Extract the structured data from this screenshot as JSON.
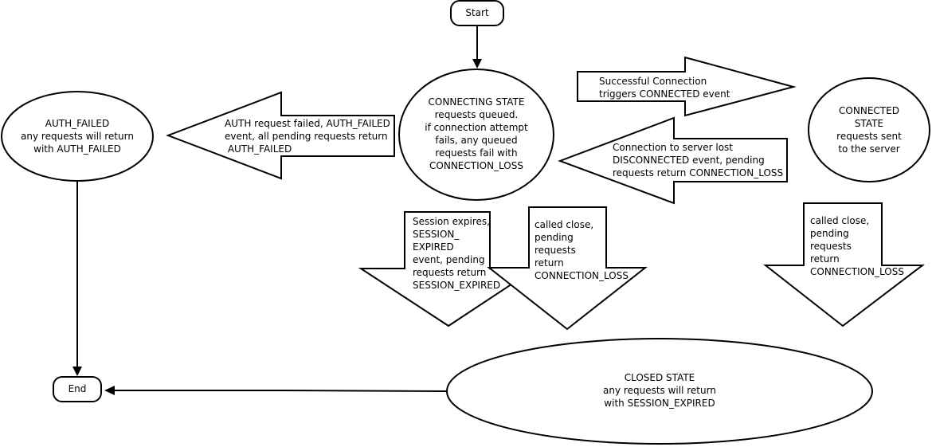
{
  "nodes": {
    "start": "Start",
    "end": "End",
    "connecting_state": "CONNECTING STATE\nrequests queued.\nif connection attempt\nfails, any queued\nrequests fail with\nCONNECTION_LOSS",
    "connected_state": "CONNECTED\nSTATE\nrequests sent\nto the server",
    "auth_failed_state": "AUTH_FAILED\nany requests will return\nwith AUTH_FAILED",
    "closed_state": "CLOSED STATE\nany requests will return\nwith SESSION_EXPIRED"
  },
  "transitions": {
    "successful_connection": "Successful Connection\ntriggers CONNECTED event",
    "connection_lost": "Connection to server lost\nDISCONNECTED event, pending\nrequests return CONNECTION_LOSS",
    "auth_failed": "AUTH request failed, AUTH_FAILED\nevent, all pending requests return\n AUTH_FAILED",
    "session_expires": "Session expires,\nSESSION_\nEXPIRED\nevent, pending\nrequests return\nSESSION_EXPIRED",
    "connecting_close": "called close,\npending\nrequests\nreturn\nCONNECTION_LOSS",
    "connected_close": "called close,\npending\nrequests\nreturn\nCONNECTION_LOSS"
  },
  "colors": {
    "stroke": "#000000",
    "fill": "#ffffff"
  }
}
